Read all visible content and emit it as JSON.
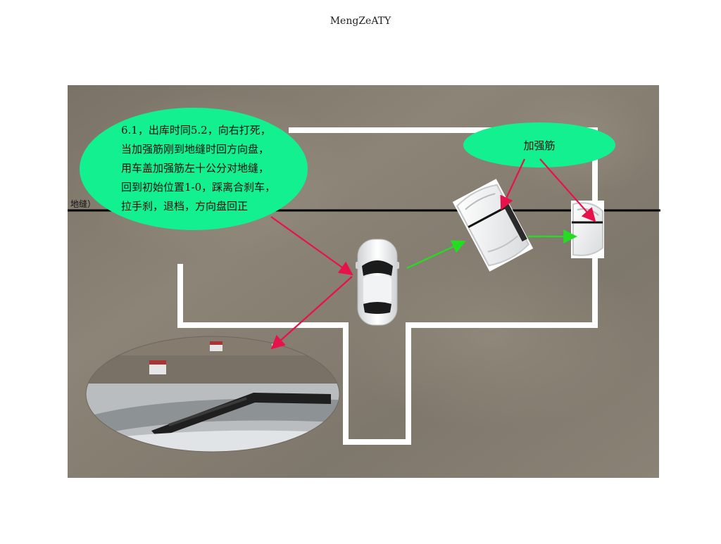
{
  "header": {
    "title": "MengZeATY"
  },
  "diagram": {
    "instruction_lines": [
      "6.1，出库时同5.2，向右打死，",
      "当加强筋刚到地缝时回方向盘，",
      "用车盖加强筋左十公分对地缝，",
      "回到初始位置1-0，踩离合刹车，",
      "拉手刹，退档，方向盘回正"
    ],
    "stiffener_label": "加强筋",
    "ground_seam_label": "地缝）"
  },
  "colors": {
    "bubble": "#12f08f",
    "pointer_arrow": "#e8124a",
    "motion_arrow": "#22dd22",
    "seam_line": "#000000",
    "parking_line": "#ffffff",
    "pavement": "#857c6e"
  }
}
